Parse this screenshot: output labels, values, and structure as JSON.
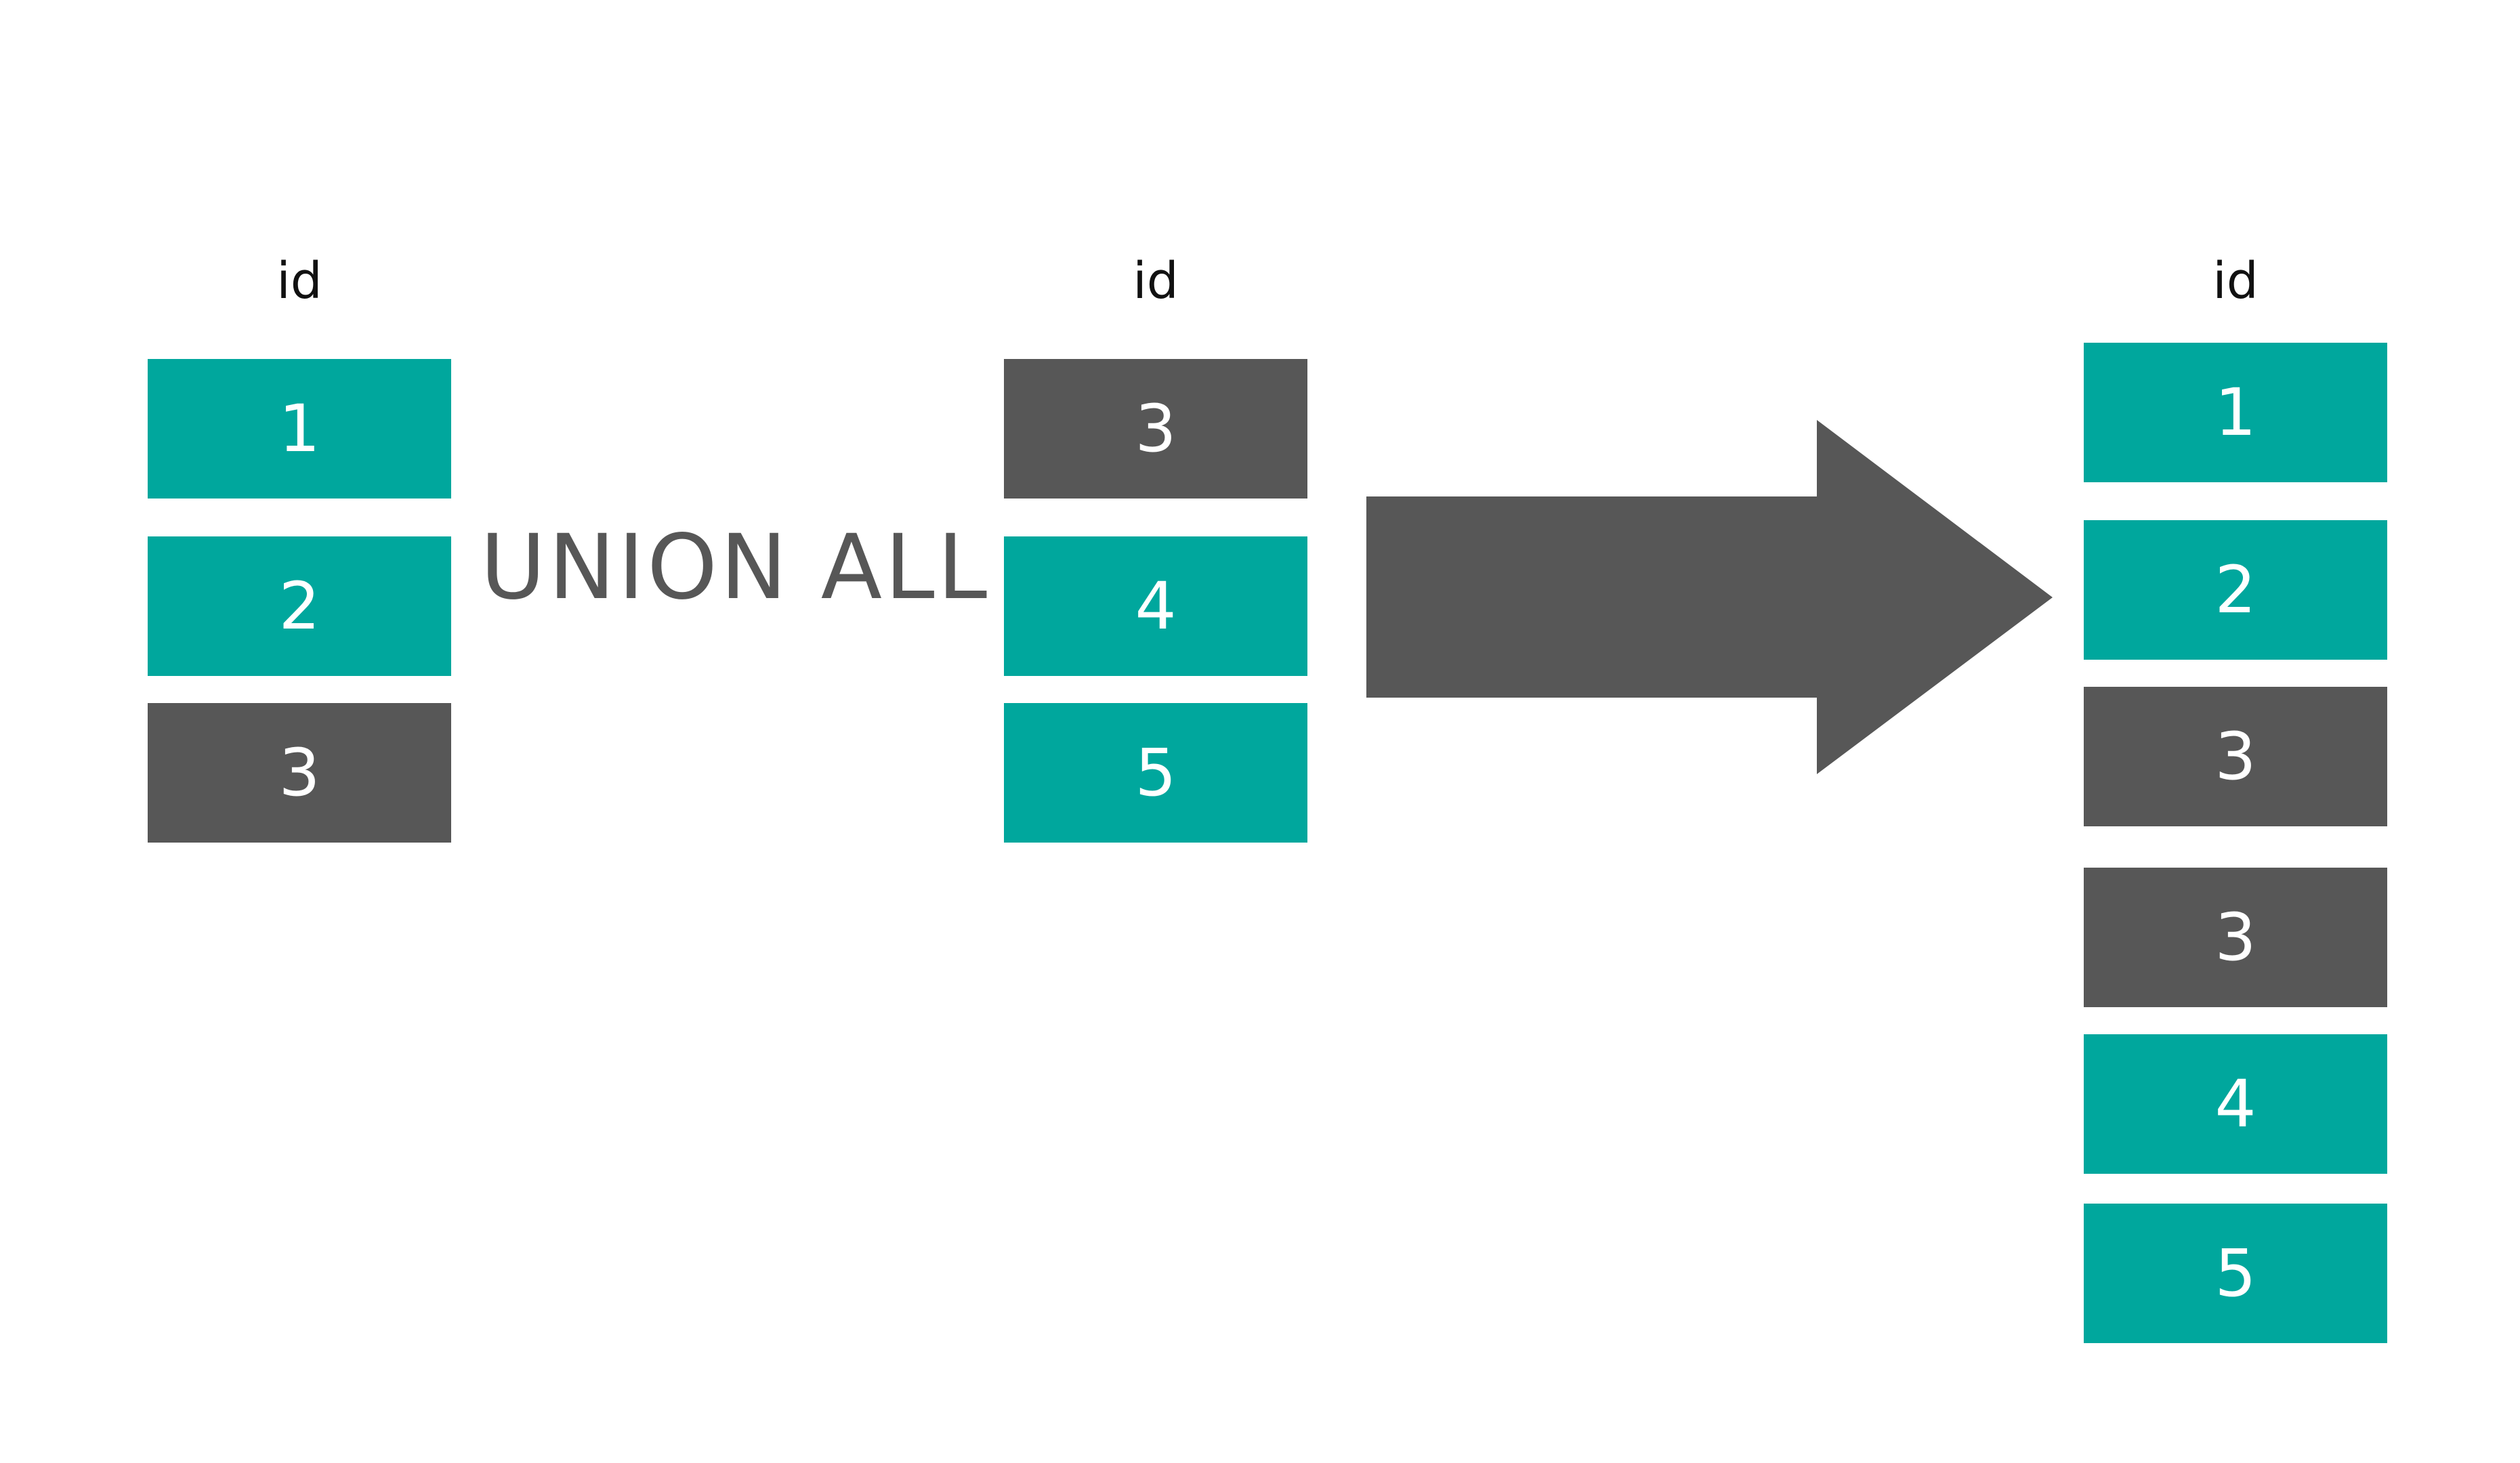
{
  "colors": {
    "teal": "#00a79d",
    "gray": "#575757",
    "text_dark": "#111111",
    "text_light": "#ffffff"
  },
  "table_left": {
    "header": "id",
    "rows": [
      {
        "value": "1",
        "color": "teal"
      },
      {
        "value": "2",
        "color": "teal"
      },
      {
        "value": "3",
        "color": "gray"
      }
    ]
  },
  "operator": {
    "label": "UNION ALL"
  },
  "table_middle": {
    "header": "id",
    "rows": [
      {
        "value": "3",
        "color": "gray"
      },
      {
        "value": "4",
        "color": "teal"
      },
      {
        "value": "5",
        "color": "teal"
      }
    ]
  },
  "arrow": {
    "icon": "arrow-right-icon",
    "color": "gray"
  },
  "table_result": {
    "header": "id",
    "rows": [
      {
        "value": "1",
        "color": "teal"
      },
      {
        "value": "2",
        "color": "teal"
      },
      {
        "value": "3",
        "color": "gray"
      },
      {
        "value": "3",
        "color": "gray"
      },
      {
        "value": "4",
        "color": "teal"
      },
      {
        "value": "5",
        "color": "teal"
      }
    ]
  }
}
